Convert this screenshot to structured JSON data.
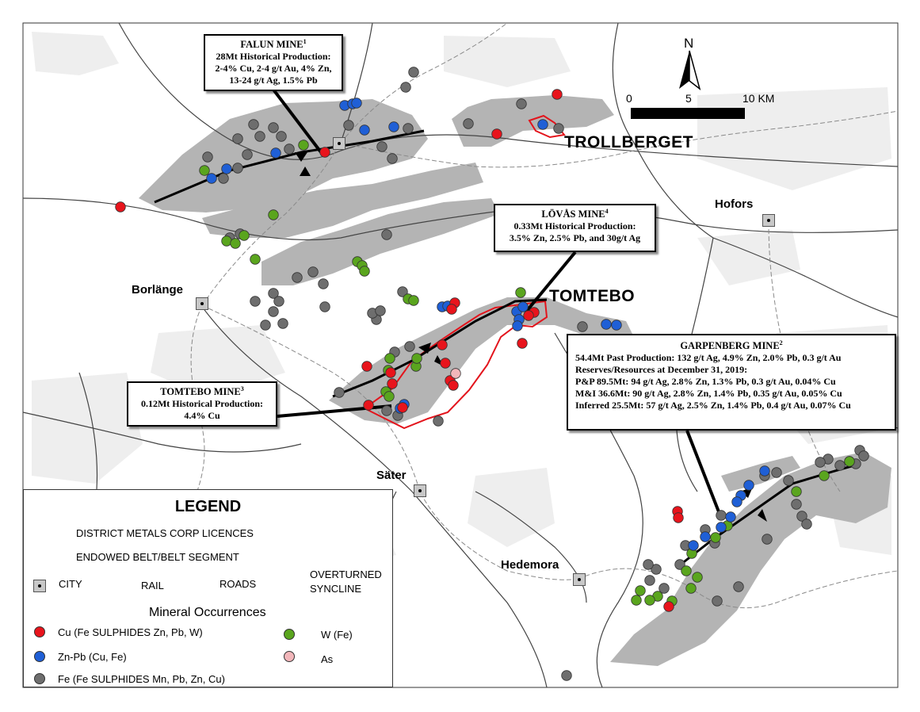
{
  "north_label": "N",
  "scale_labels": [
    "0",
    "5",
    "10 KM"
  ],
  "districts": {
    "trollberget": "TROLLBERGET",
    "tomtebo": "TOMTEBO"
  },
  "cities": {
    "borlange": "Borlänge",
    "hofors": "Hofors",
    "sater": "Säter",
    "hedemora": "Hedemora"
  },
  "callouts": {
    "falun": {
      "title": "FALUN MINE",
      "sup": "1",
      "lines": [
        "28Mt Historical Production:",
        "2-4% Cu, 2-4 g/t Au, 4% Zn,",
        "13-24 g/t Ag, 1.5% Pb"
      ]
    },
    "lovas": {
      "title": "LÖVÅS MINE",
      "sup": "4",
      "lines": [
        "0.33Mt Historical Production:",
        "3.5% Zn, 2.5% Pb, and 30g/t Ag"
      ]
    },
    "tomtebo": {
      "title": "TOMTEBO MINE",
      "sup": "3",
      "lines": [
        "0.12Mt Historical Production:",
        "4.4% Cu"
      ]
    },
    "garpenberg": {
      "title": "GARPENBERG MINE",
      "sup": "2",
      "lines": [
        "54.4Mt Past Production: 132 g/t Ag, 4.9% Zn, 2.0% Pb, 0.3 g/t Au",
        "Reserves/Resources at December 31, 2019:",
        "P&P 89.5Mt: 94 g/t Ag, 2.8% Zn, 1.3% Pb, 0.3 g/t Au, 0.04% Cu",
        "M&I 36.6Mt: 90 g/t Ag, 2.8% Zn, 1.4% Pb, 0.35 g/t Au, 0.05% Cu",
        "Inferred 25.5Mt: 57 g/t Ag, 2.5% Zn, 1.4% Pb, 0.4 g/t Au, 0.07% Cu"
      ]
    }
  },
  "legend": {
    "title": "LEGEND",
    "licences": "DISTRICT METALS CORP LICENCES",
    "belt": "ENDOWED BELT/BELT SEGMENT",
    "city": "CITY",
    "rail": "RAIL",
    "roads": "ROADS",
    "syncline_1": "OVERTURNED",
    "syncline_2": "SYNCLINE",
    "occurrences_title": "Mineral Occurrences",
    "cu": "Cu (Fe SULPHIDES Zn, Pb, W)",
    "znpb": "Zn-Pb (Cu, Fe)",
    "fe": "Fe (Fe SULPHIDES Mn, Pb, Zn, Cu)",
    "w": "W (Fe)",
    "as": "As"
  },
  "colors": {
    "cu": "#e8141c",
    "znpb": "#1f5fd6",
    "fe": "#6e6e6e",
    "w": "#5aa51e",
    "as": "#f2b6ba",
    "belt": "#b4b4b4",
    "licence": "#e3141c"
  }
}
